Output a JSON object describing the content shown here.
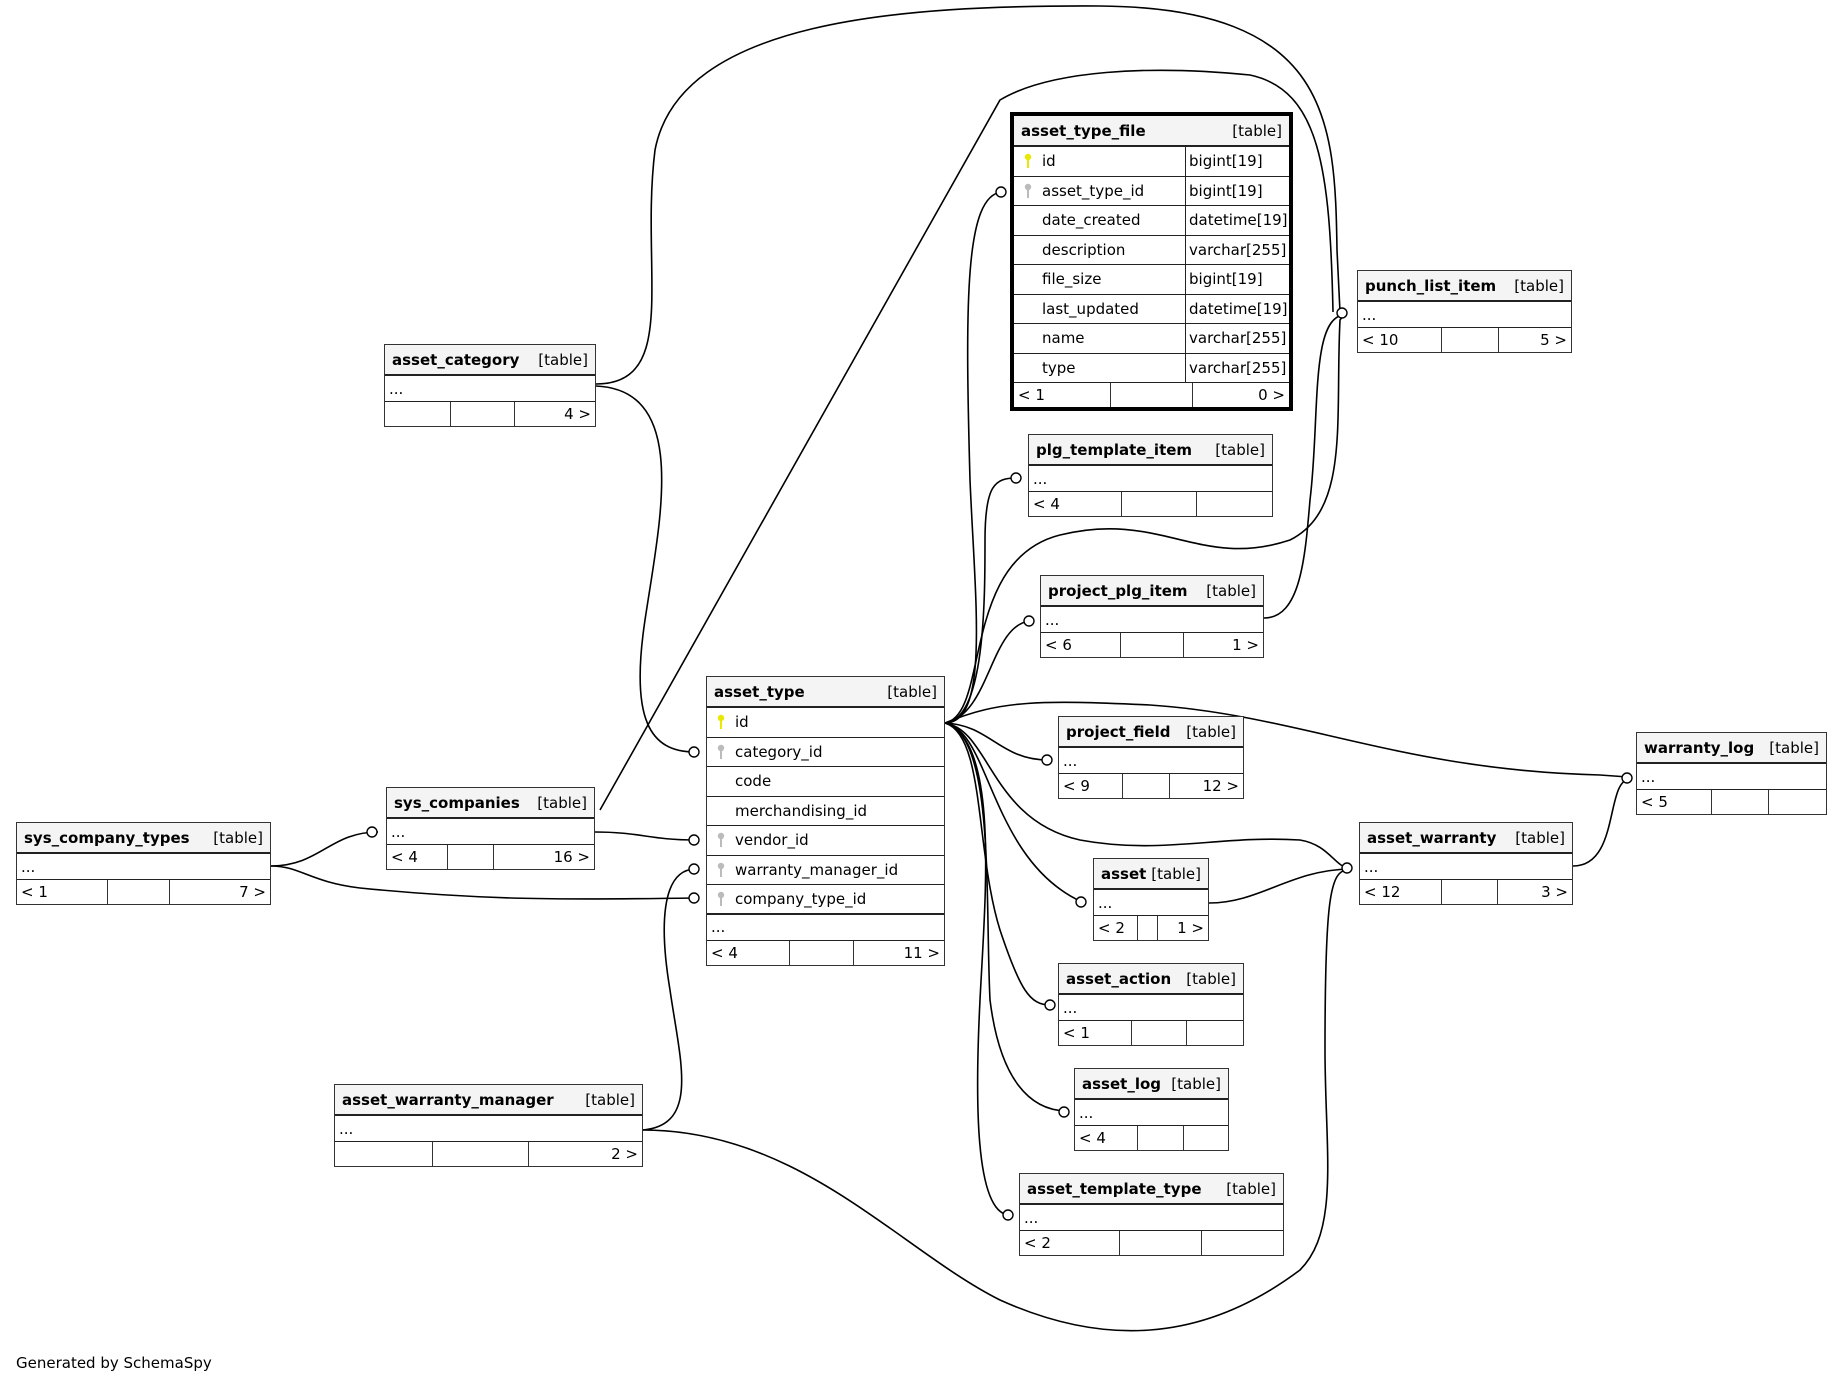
{
  "footer": "Generated by SchemaSpy",
  "key_colors": {
    "primary": "#e8e800",
    "foreign": "#bbbbbb"
  },
  "tables": {
    "asset_type_file": {
      "name": "asset_type_file",
      "kind": "[table]",
      "columns": [
        {
          "name": "id",
          "type": "bigint[19]",
          "key": "primary"
        },
        {
          "name": "asset_type_id",
          "type": "bigint[19]",
          "key": "foreign"
        },
        {
          "name": "date_created",
          "type": "datetime[19]",
          "key": ""
        },
        {
          "name": "description",
          "type": "varchar[255]",
          "key": ""
        },
        {
          "name": "file_size",
          "type": "bigint[19]",
          "key": ""
        },
        {
          "name": "last_updated",
          "type": "datetime[19]",
          "key": ""
        },
        {
          "name": "name",
          "type": "varchar[255]",
          "key": ""
        },
        {
          "name": "type",
          "type": "varchar[255]",
          "key": ""
        }
      ],
      "parents": "< 1",
      "mid": "",
      "children": "0 >"
    },
    "punch_list_item": {
      "name": "punch_list_item",
      "kind": "[table]",
      "ellipsis": "...",
      "parents": "< 10",
      "mid": "",
      "children": "5 >"
    },
    "asset_category": {
      "name": "asset_category",
      "kind": "[table]",
      "ellipsis": "...",
      "parents": "",
      "mid": "",
      "children": "4 >"
    },
    "plg_template_item": {
      "name": "plg_template_item",
      "kind": "[table]",
      "ellipsis": "...",
      "parents": "< 4",
      "mid": "",
      "children": ""
    },
    "project_plg_item": {
      "name": "project_plg_item",
      "kind": "[table]",
      "ellipsis": "...",
      "parents": "< 6",
      "mid": "",
      "children": "1 >"
    },
    "asset_type": {
      "name": "asset_type",
      "kind": "[table]",
      "columns": [
        {
          "name": "id",
          "key": "primary"
        },
        {
          "name": "category_id",
          "key": "foreign"
        },
        {
          "name": "code",
          "key": ""
        },
        {
          "name": "merchandising_id",
          "key": ""
        },
        {
          "name": "vendor_id",
          "key": "foreign"
        },
        {
          "name": "warranty_manager_id",
          "key": "foreign"
        },
        {
          "name": "company_type_id",
          "key": "foreign"
        }
      ],
      "ellipsis": "...",
      "parents": "< 4",
      "mid": "",
      "children": "11 >"
    },
    "project_field": {
      "name": "project_field",
      "kind": "[table]",
      "ellipsis": "...",
      "parents": "< 9",
      "mid": "",
      "children": "12 >"
    },
    "warranty_log": {
      "name": "warranty_log",
      "kind": "[table]",
      "ellipsis": "...",
      "parents": "< 5",
      "mid": "",
      "children": ""
    },
    "sys_companies": {
      "name": "sys_companies",
      "kind": "[table]",
      "ellipsis": "...",
      "parents": "< 4",
      "mid": "",
      "children": "16 >"
    },
    "sys_company_types": {
      "name": "sys_company_types",
      "kind": "[table]",
      "ellipsis": "...",
      "parents": "< 1",
      "mid": "",
      "children": "7 >"
    },
    "asset_warranty": {
      "name": "asset_warranty",
      "kind": "[table]",
      "ellipsis": "...",
      "parents": "< 12",
      "mid": "",
      "children": "3 >"
    },
    "asset": {
      "name": "asset",
      "kind": "[table]",
      "ellipsis": "...",
      "parents": "< 2",
      "mid": "",
      "children": "1 >"
    },
    "asset_action": {
      "name": "asset_action",
      "kind": "[table]",
      "ellipsis": "...",
      "parents": "< 1",
      "mid": "",
      "children": ""
    },
    "asset_log": {
      "name": "asset_log",
      "kind": "[table]",
      "ellipsis": "...",
      "parents": "< 4",
      "mid": "",
      "children": ""
    },
    "asset_warranty_manager": {
      "name": "asset_warranty_manager",
      "kind": "[table]",
      "ellipsis": "...",
      "parents": "",
      "mid": "",
      "children": "2 >"
    },
    "asset_template_type": {
      "name": "asset_template_type",
      "kind": "[table]",
      "ellipsis": "...",
      "parents": "< 2",
      "mid": "",
      "children": ""
    }
  }
}
